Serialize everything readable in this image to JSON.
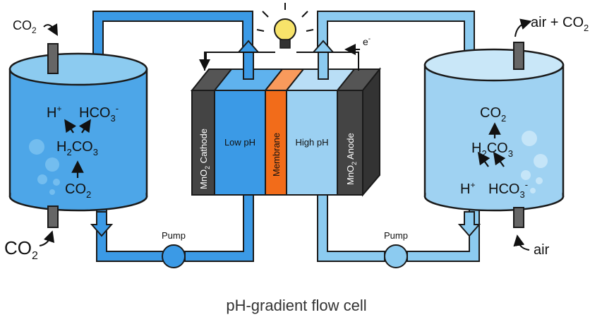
{
  "caption": "pH-gradient flow cell",
  "left_tank": {
    "vent_label": {
      "main": "CO",
      "sub": "2"
    },
    "inlet_label": {
      "main": "CO",
      "sub": "2"
    },
    "species_top_h": {
      "main": "H",
      "sup": "+"
    },
    "species_top_hco3": {
      "main": "HCO",
      "sub": "3",
      "sup": "-"
    },
    "species_mid": {
      "a": "H",
      "sub1": "2",
      "b": "CO",
      "sub2": "3"
    },
    "species_bottom": {
      "main": "CO",
      "sub": "2"
    }
  },
  "right_tank": {
    "vent_label": {
      "main": "air + CO",
      "sub": "2"
    },
    "inlet_label": "air",
    "species_top": {
      "main": "CO",
      "sub": "2"
    },
    "species_mid": {
      "a": "H",
      "sub1": "2",
      "b": "CO",
      "sub2": "3"
    },
    "species_bottom_h": {
      "main": "H",
      "sup": "+"
    },
    "species_bottom_hco3": {
      "main": "HCO",
      "sub": "3",
      "sup": "-"
    }
  },
  "cell": {
    "cathode": {
      "pre": "MnO",
      "sub": "2",
      "post": " Cathode"
    },
    "low_ph": "Low pH",
    "membrane": "Membrane",
    "high_ph": "High pH",
    "anode": {
      "pre": "MnO",
      "sub": "2",
      "post": " Anode"
    }
  },
  "electron": {
    "main": "e",
    "sup": "-"
  },
  "pumps": {
    "left": "Pump",
    "right": "Pump"
  },
  "colors": {
    "tank_left": "#4da6e8",
    "tank_right": "#9fd2f2",
    "pipe_left": "#3b9ae6",
    "pipe_right": "#8ccbf0",
    "electrode": "#444444",
    "low_ph": "#3b9ae6",
    "membrane": "#f26c1a",
    "high_ph": "#9bd0f2",
    "bulb": "#f7e36a"
  },
  "icons": [
    "light-bulb-icon",
    "pump-icon",
    "electron-arrow-icon",
    "flow-arrow-icon"
  ]
}
